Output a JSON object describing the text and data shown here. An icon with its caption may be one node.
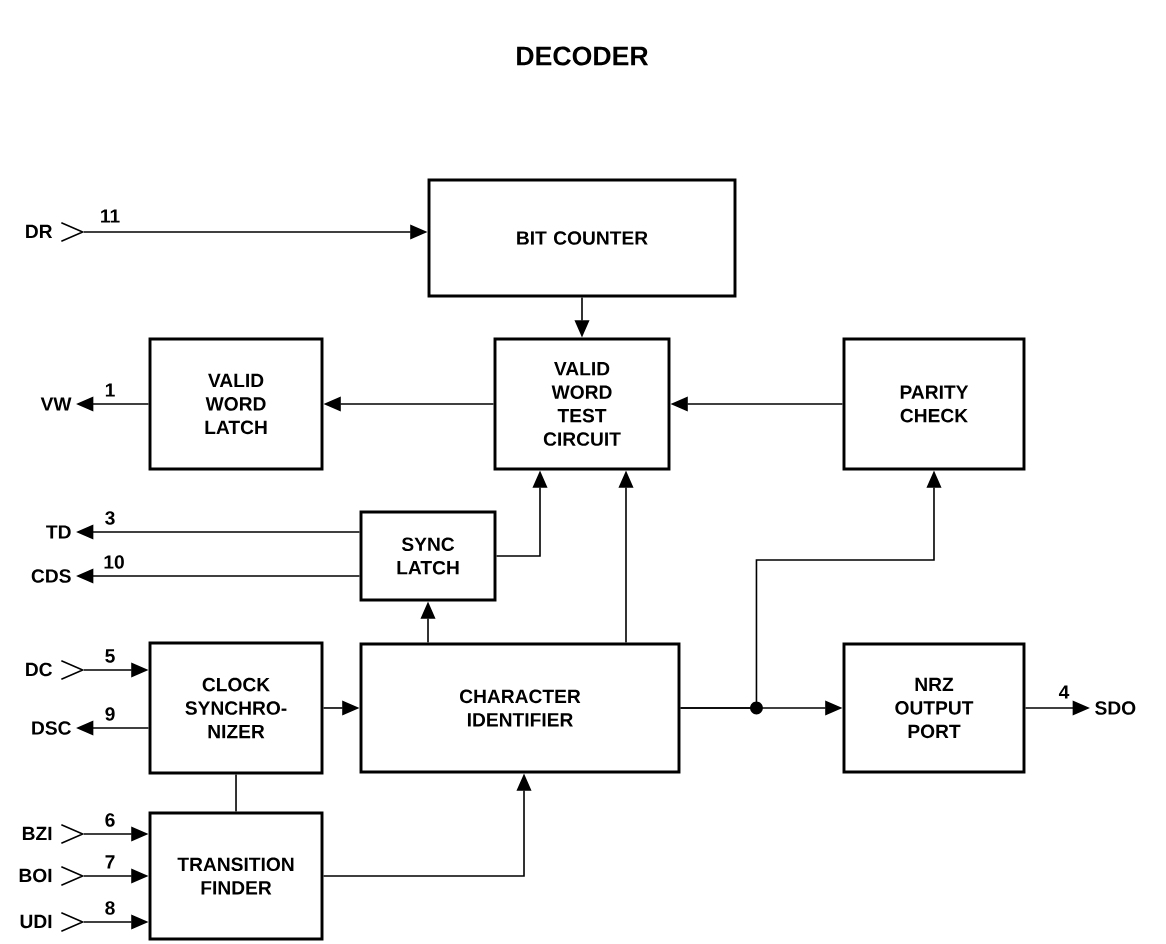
{
  "diagram": {
    "title": "DECODER",
    "nodes": [
      {
        "text": [
          "BIT COUNTER"
        ]
      },
      {
        "text": [
          "VALID WORD LATCH"
        ]
      },
      {
        "text": [
          "VALID WORD TEST CIRCUIT"
        ]
      },
      {
        "text": [
          "PARITY CHECK"
        ]
      },
      {
        "text": [
          "SYNC LATCH"
        ]
      },
      {
        "text": [
          "CLOCK SYNCHRO- NIZER"
        ]
      },
      {
        "text": [
          "CHARACTER IDENTIFIER"
        ]
      },
      {
        "text": [
          "NRZ OUTPUT PORT"
        ]
      },
      {
        "text": [
          "TRANSITION FINDER"
        ]
      },
      {
        "text": [
          "DR"
        ]
      },
      {
        "text": [
          "VW"
        ]
      },
      {
        "text": [
          "TD"
        ]
      },
      {
        "text": [
          "CDS"
        ]
      },
      {
        "text": [
          "DC"
        ]
      },
      {
        "text": [
          "DSC"
        ]
      },
      {
        "text": [
          "BZI"
        ]
      },
      {
        "text": [
          "BOI"
        ]
      },
      {
        "text": [
          "UDI"
        ]
      },
      {
        "text": [
          "SDO"
        ]
      }
    ],
    "edges": [
      {
        "from": 9,
        "to": 0,
        "arrow": "to",
        "label": "11"
      },
      {
        "from": 0,
        "to": 2,
        "arrow": "to"
      },
      {
        "from": 2,
        "to": 1,
        "arrow": "to"
      },
      {
        "from": 1,
        "to": 10,
        "arrow": "to",
        "label": "1"
      },
      {
        "from": 3,
        "to": 2,
        "arrow": "to"
      },
      {
        "from": 4,
        "to": 11,
        "arrow": "to",
        "label": "3"
      },
      {
        "from": 4,
        "to": 12,
        "arrow": "to",
        "label": "10"
      },
      {
        "from": 4,
        "to": 2,
        "arrow": "to"
      },
      {
        "from": 6,
        "to": 4,
        "arrow": "to"
      },
      {
        "from": 6,
        "to": 2,
        "arrow": "to"
      },
      {
        "from": 6,
        "to": 7,
        "arrow": "to"
      },
      {
        "from": 6,
        "to": 3,
        "arrow": "to"
      },
      {
        "from": 13,
        "to": 5,
        "arrow": "to",
        "label": "5"
      },
      {
        "from": 5,
        "to": 14,
        "arrow": "to",
        "label": "9"
      },
      {
        "from": 5,
        "to": 6,
        "arrow": "to"
      },
      {
        "from": 5,
        "to": 8,
        "arrow": "none"
      },
      {
        "from": 15,
        "to": 8,
        "arrow": "to",
        "label": "6"
      },
      {
        "from": 16,
        "to": 8,
        "arrow": "to",
        "label": "7"
      },
      {
        "from": 17,
        "to": 8,
        "arrow": "to",
        "label": "8"
      },
      {
        "from": 8,
        "to": 6,
        "arrow": "to"
      },
      {
        "from": 7,
        "to": 18,
        "arrow": "to",
        "label": "4"
      }
    ]
  }
}
